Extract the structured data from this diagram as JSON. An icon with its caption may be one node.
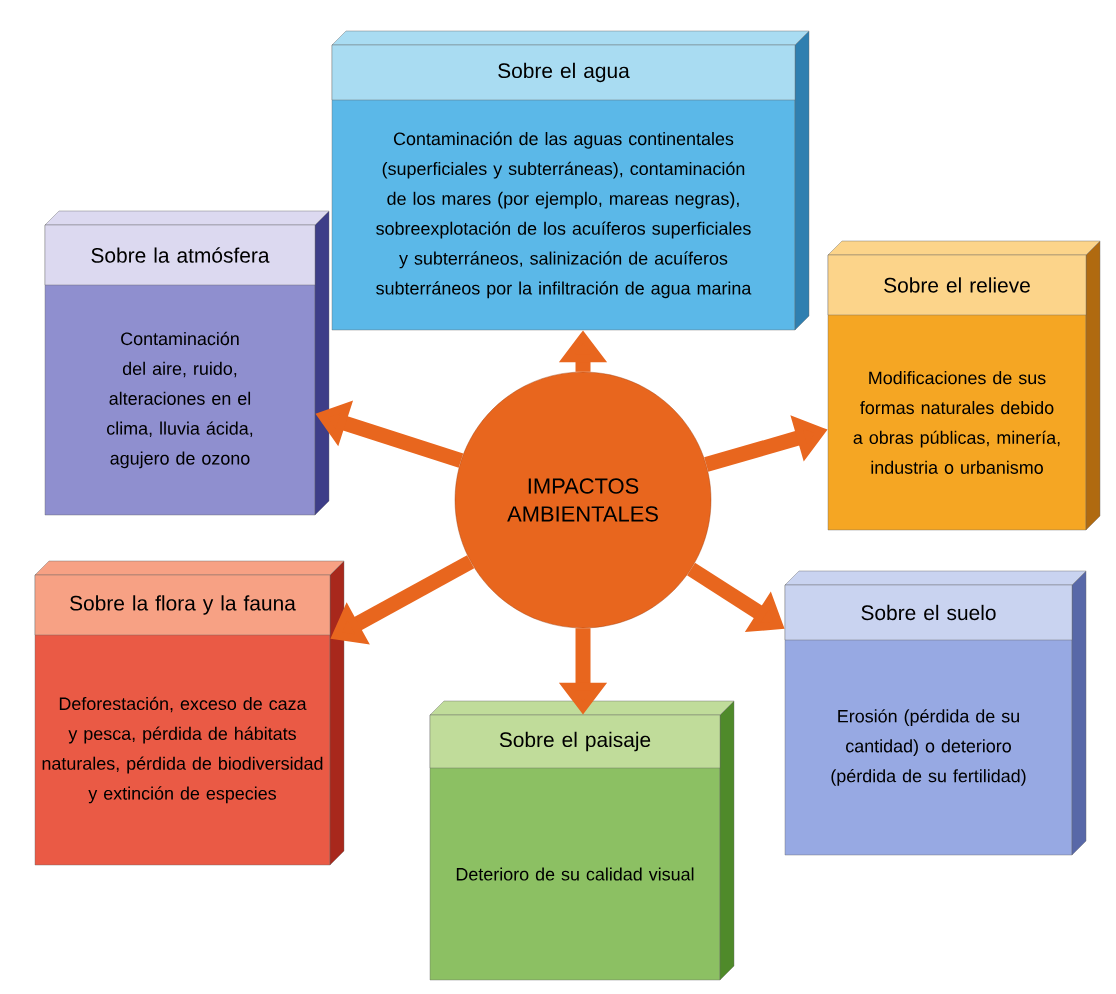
{
  "diagram": {
    "nodes": [
      {
        "text": [
          "IMPACTOS AMBIENTALES"
        ]
      },
      {
        "text": [
          "Sobre el agua",
          "Contaminación de las aguas continentales (superficiales y subterráneas), contaminación de los mares (por ejemplo, mareas negras), sobreexplotación de los acuíferos superficiales y subterráneos, salinización de acuíferos subterráneos por la infiltración de agua marina"
        ]
      },
      {
        "text": [
          "Sobre la atmósfera",
          "Contaminación del aire, ruido, alteraciones en el clima, lluvia ácida, agujero de ozono"
        ]
      },
      {
        "text": [
          "Sobre el relieve",
          "Modificaciones de sus formas naturales debido a obras públicas, minería, industria o urbanismo"
        ]
      },
      {
        "text": [
          "Sobre la flora y la fauna",
          "Deforestación, exceso de caza y pesca, pérdida de hábitats naturales, pérdida de biodiversidad y extinción de especies"
        ]
      },
      {
        "text": [
          "Sobre el suelo",
          "Erosión (pérdida de su cantidad) o deterioro (pérdida de su fertilidad)"
        ]
      },
      {
        "text": [
          "Sobre el paisaje",
          "Deterioro de su calidad visual"
        ]
      }
    ],
    "edges": [
      {
        "from": 0,
        "to": 1,
        "arrow": "to"
      },
      {
        "from": 0,
        "to": 2,
        "arrow": "to"
      },
      {
        "from": 0,
        "to": 3,
        "arrow": "to"
      },
      {
        "from": 0,
        "to": 4,
        "arrow": "to"
      },
      {
        "from": 0,
        "to": 5,
        "arrow": "to"
      },
      {
        "from": 0,
        "to": 6,
        "arrow": "to"
      }
    ]
  }
}
